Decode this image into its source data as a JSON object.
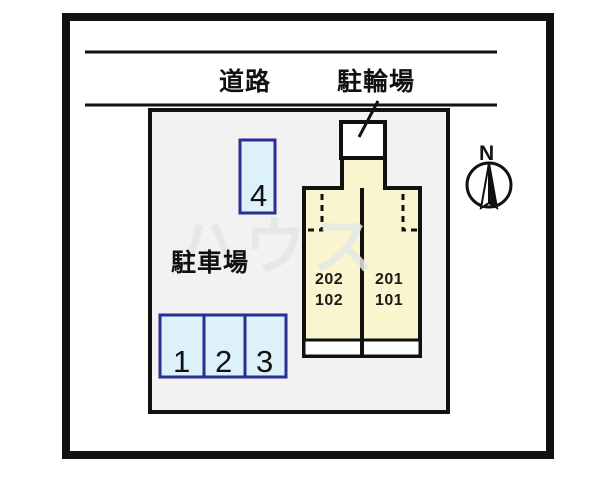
{
  "diagram": {
    "title": "",
    "colors": {
      "site_fill": "#f2f2f2",
      "building_fill": "#faf5cf",
      "stall_fill": "#ddf1fb",
      "stall_border": "#2b2f8f",
      "line": "#111111",
      "white": "#ffffff",
      "watermark": "#e2e8e4"
    },
    "labels": {
      "road": "道路",
      "bicycle_parking": "駐輪場",
      "car_parking": "駐車場",
      "north": "N"
    },
    "parking_stalls": [
      {
        "number": "1"
      },
      {
        "number": "2"
      },
      {
        "number": "3"
      },
      {
        "number": "4"
      }
    ],
    "building": {
      "units": [
        {
          "side": "left",
          "upper": "202",
          "lower": "102"
        },
        {
          "side": "right",
          "upper": "201",
          "lower": "101"
        }
      ]
    },
    "watermark": "ハウス",
    "icons": {
      "compass": "compass-north-icon",
      "leader": "leader-line-icon"
    }
  }
}
